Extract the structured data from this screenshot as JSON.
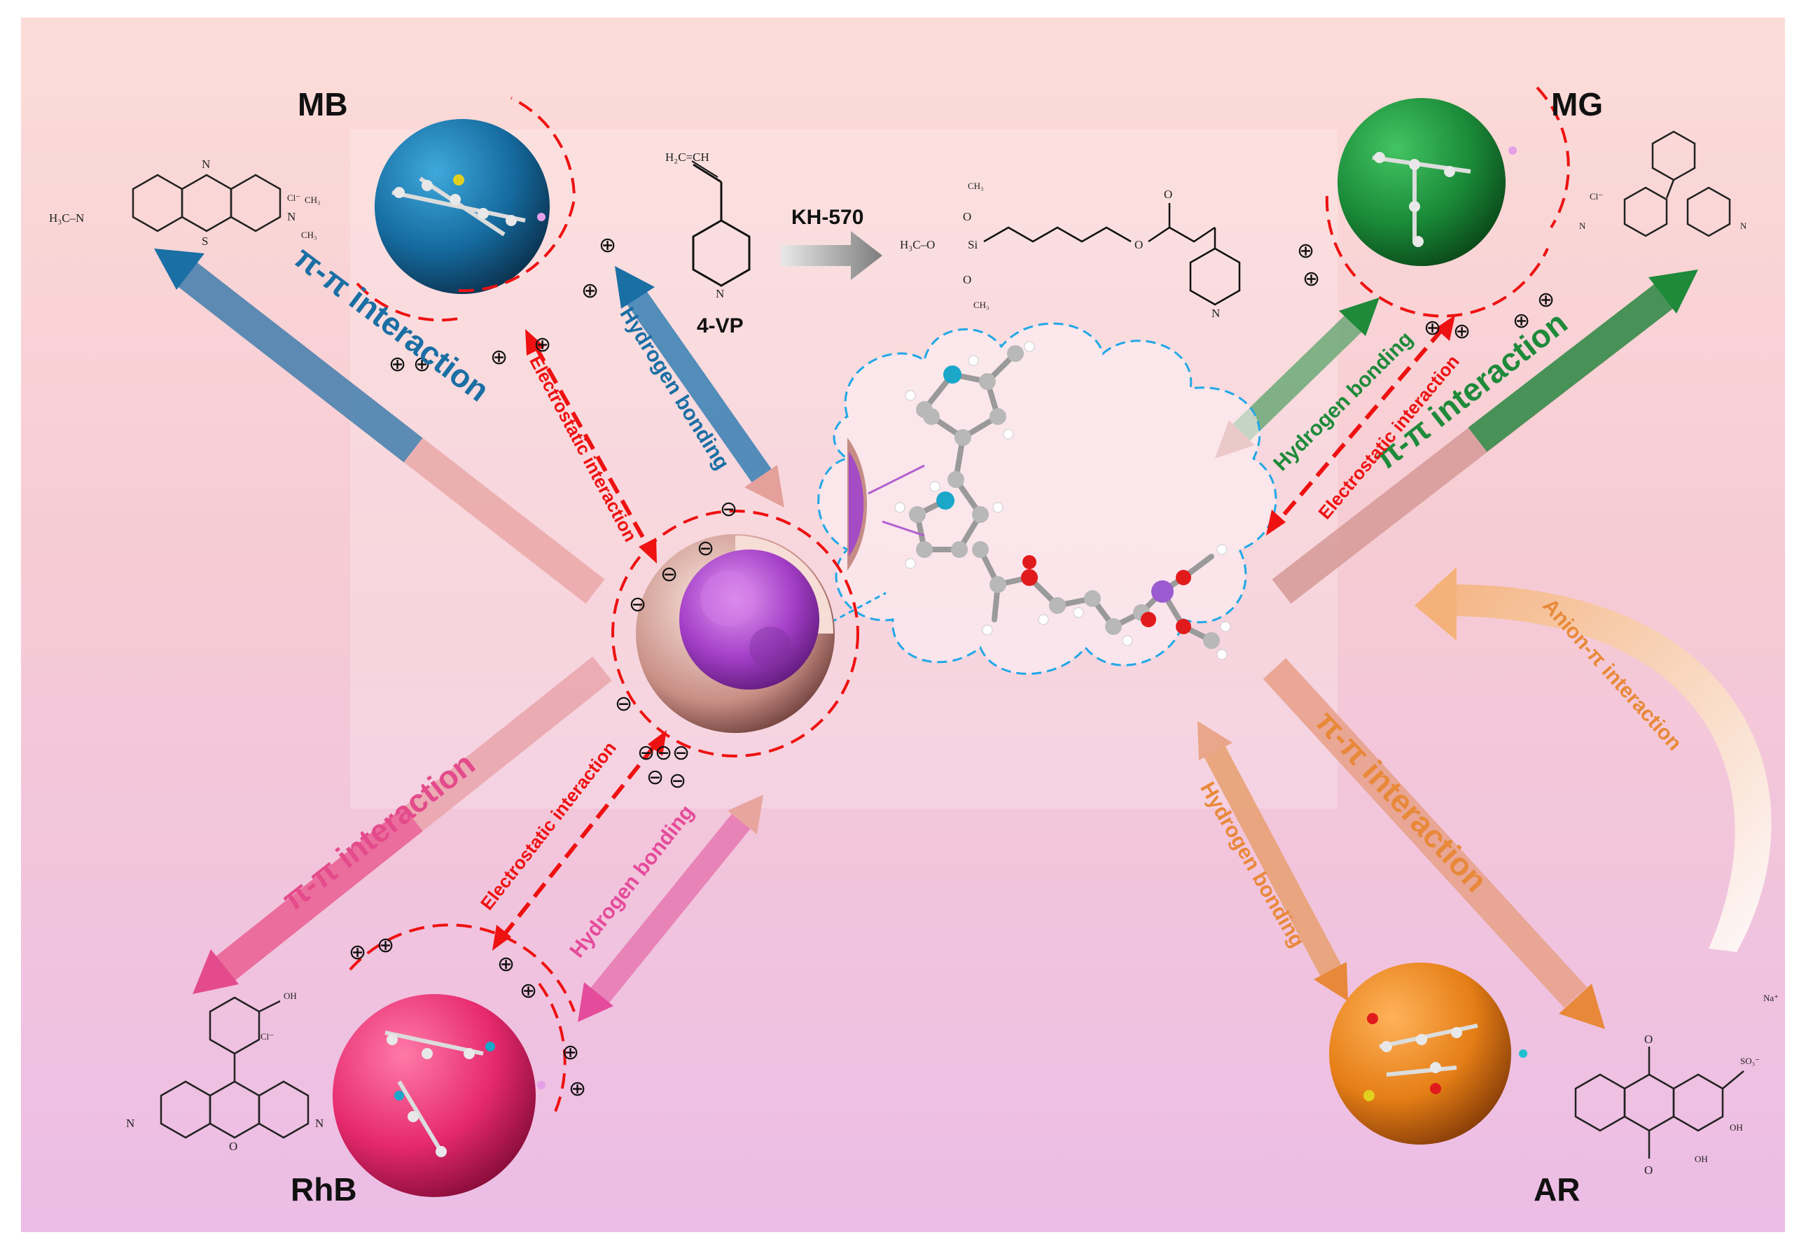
{
  "dyes": {
    "mb": {
      "name": "MB",
      "counter_ion": "Cl⁻",
      "color": "#1a6fa4"
    },
    "mg": {
      "name": "MG",
      "counter_ion": "Cl⁻",
      "color": "#1e8a3a"
    },
    "rhb": {
      "name": "RhB",
      "counter_ion": "Cl⁻",
      "color": "#e0407a"
    },
    "ar": {
      "name": "AR",
      "counter_ion": "Na⁺",
      "color": "#e07a20"
    }
  },
  "chem_labels": {
    "dimethylamino": "H₃C–N",
    "methyl": "CH₃",
    "vinyl": "H₂C=CH",
    "n": "N",
    "s": "S",
    "o": "O",
    "oh": "OH",
    "si": "Si",
    "methoxy": "H₃C–O",
    "sulfonate": "SO₃⁻"
  },
  "reaction": {
    "monomer": "4-VP",
    "reagent": "KH-570"
  },
  "interactions": {
    "pi_pi": "π-π interaction",
    "hydrogen": "Hydrogen bonding",
    "electrostatic": "Electrostatic interaction",
    "anion_pi": "Anion-π interaction"
  },
  "signs": {
    "positive": "⊕",
    "negative": "⊖"
  },
  "colors": {
    "mb_arrow": "#1a6fa4",
    "mg_arrow": "#1e8a3a",
    "rhb_arrow": "#e44b8c",
    "ar_arrow": "#e8893a",
    "electrostatic": "#ee1111",
    "cloud": "#20a8e6"
  }
}
